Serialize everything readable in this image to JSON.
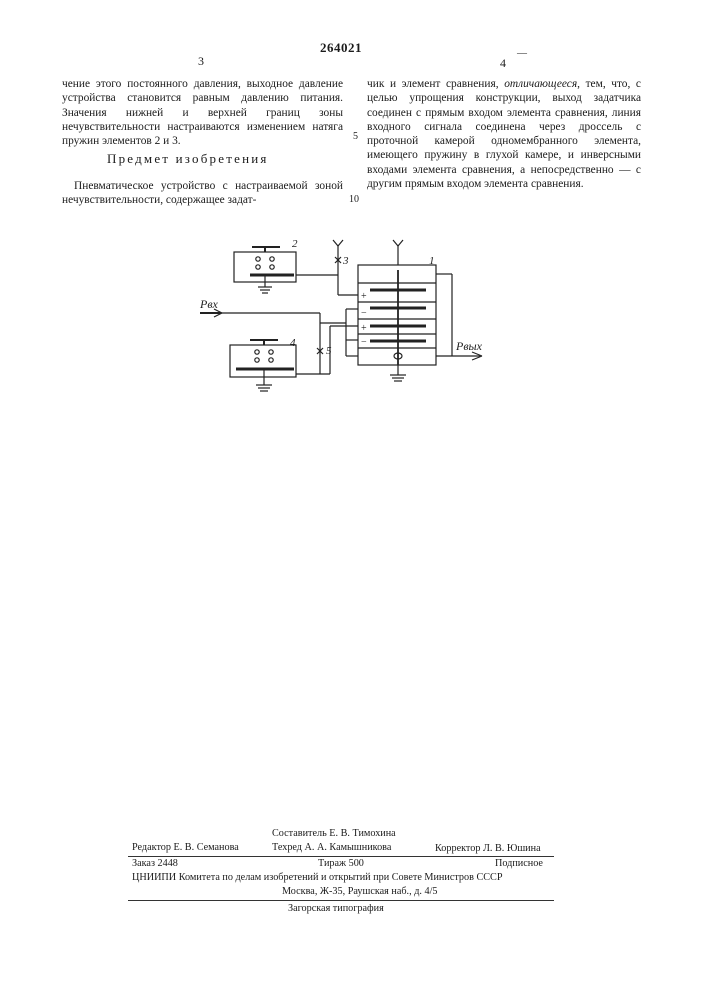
{
  "header": {
    "patent_number": "264021",
    "left_column_number": "3",
    "right_column_number": "4",
    "dash_mark": "—"
  },
  "left_column": {
    "paragraph1": "чение этого постоянного давления, выходное давление устройства становится равным давлению питания. Значения нижней и верхней границ зоны нечувствительности настраиваются изменением натяга пружин элементов 2 и 3.",
    "heading": "Предмет изобретения",
    "paragraph2": "Пневматическое устройство с настраиваемой зоной нечувствительности, содержащее задат-"
  },
  "right_column": {
    "text_before_italic": "чик и элемент сравнения, ",
    "italic_word": "отличающееся",
    "text_after_italic": ", тем, что, с целью упрощения конструкции, выход задатчика соединен с прямым входом элемента сравнения, линия входного сигнала соединена через дроссель с проточной камерой одномембранного элемента, имеющего пружину в глухой камере, и инверсными входами элемента сравнения, а непосредственно — с другим прямым входом элемента сравнения."
  },
  "line_numbers": [
    "5",
    "10"
  ],
  "figure": {
    "labels": {
      "element1": "1",
      "element2": "2",
      "element3": "3",
      "element4": "4",
      "element5": "5",
      "input": "Pвх",
      "output": "Pвых",
      "plus1": "+",
      "minus1": "−",
      "plus2": "+",
      "minus2": "−"
    }
  },
  "footer": {
    "compiler": "Составитель Е. В. Тимохина",
    "editor": "Редактор Е. В. Семанова",
    "techred": "Техред А. А. Камышникова",
    "corrector": "Корректор Л. В. Юшина",
    "order": "Заказ 2448",
    "circulation": "Тираж 500",
    "subscription": "Подписное",
    "institute": "ЦНИИПИ Комитета по делам изобретений и открытий при Совете Министров СССР",
    "address": "Москва, Ж-35, Раушская наб., д. 4/5",
    "printer": "Загорская типография"
  }
}
